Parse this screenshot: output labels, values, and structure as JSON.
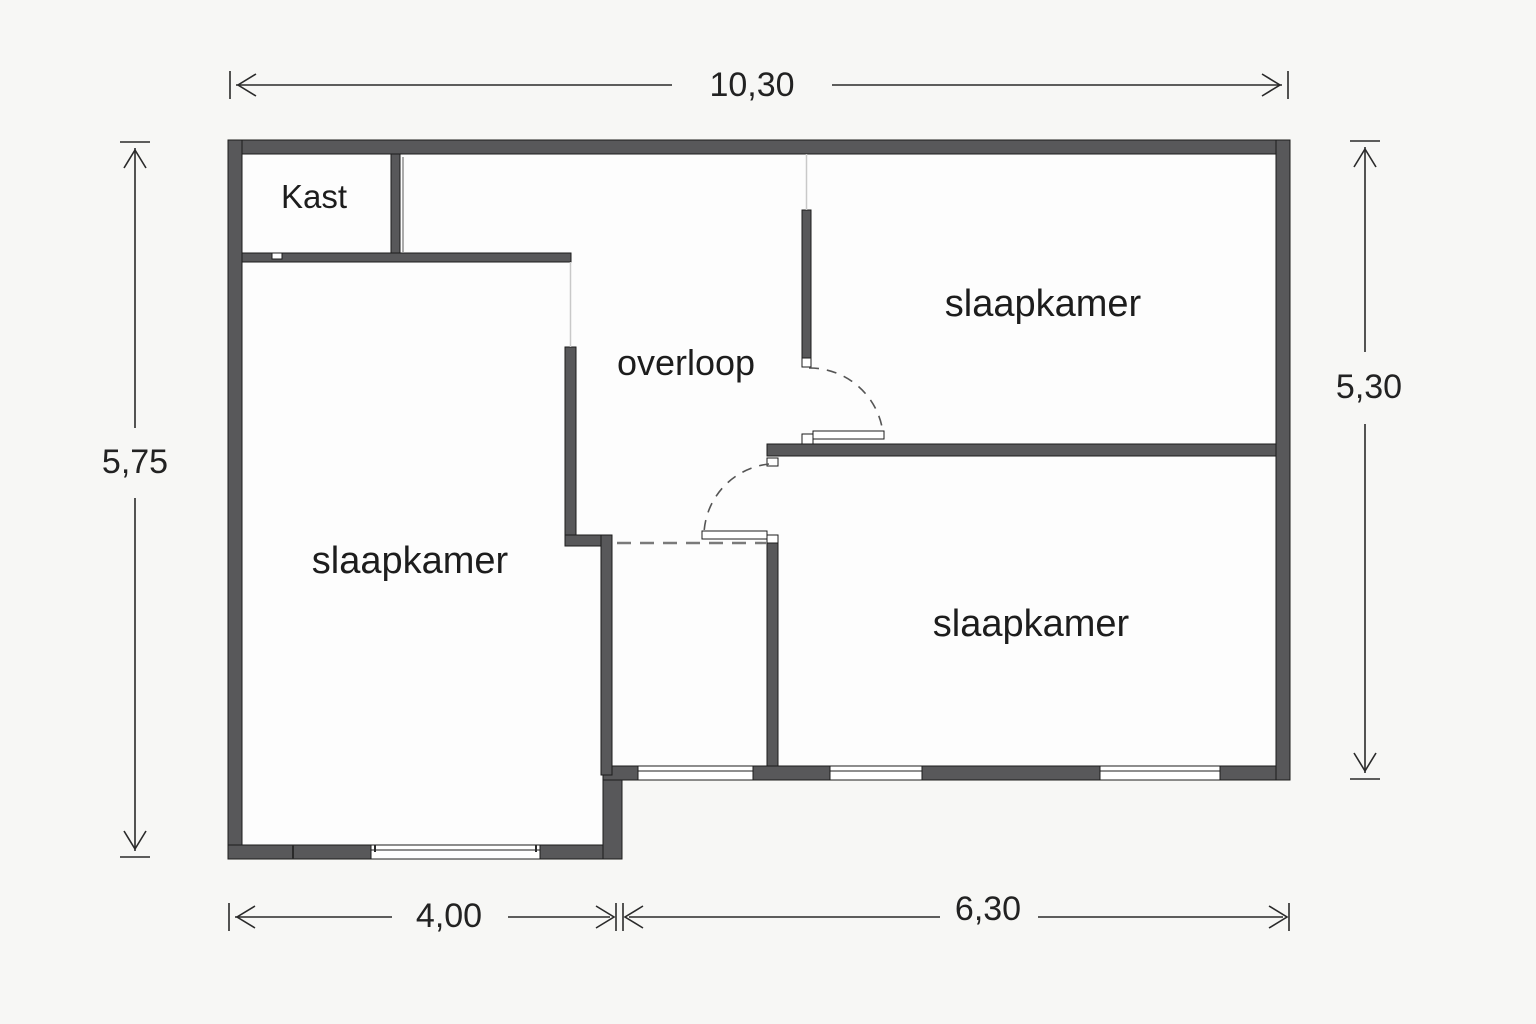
{
  "plan": {
    "type": "floor-plan",
    "rooms": [
      {
        "id": "kast",
        "label": "Kast"
      },
      {
        "id": "overloop",
        "label": "overloop"
      },
      {
        "id": "slaapkamer-left",
        "label": "slaapkamer"
      },
      {
        "id": "slaapkamer-top-right",
        "label": "slaapkamer"
      },
      {
        "id": "slaapkamer-bottom-right",
        "label": "slaapkamer"
      }
    ],
    "dimensions": {
      "top": "10,30",
      "left": "5,75",
      "right": "5,30",
      "bottom_left": "4,00",
      "bottom_right": "6,30"
    },
    "colors": {
      "wall": "#58585a",
      "wall_outline": "#1c1c1c",
      "floor": "#fdfdfd",
      "background": "#f7f7f5",
      "dimension_ink": "#2a2a2a",
      "label_ink": "#1d1d1d",
      "faint_line": "#c9c9c9"
    }
  }
}
